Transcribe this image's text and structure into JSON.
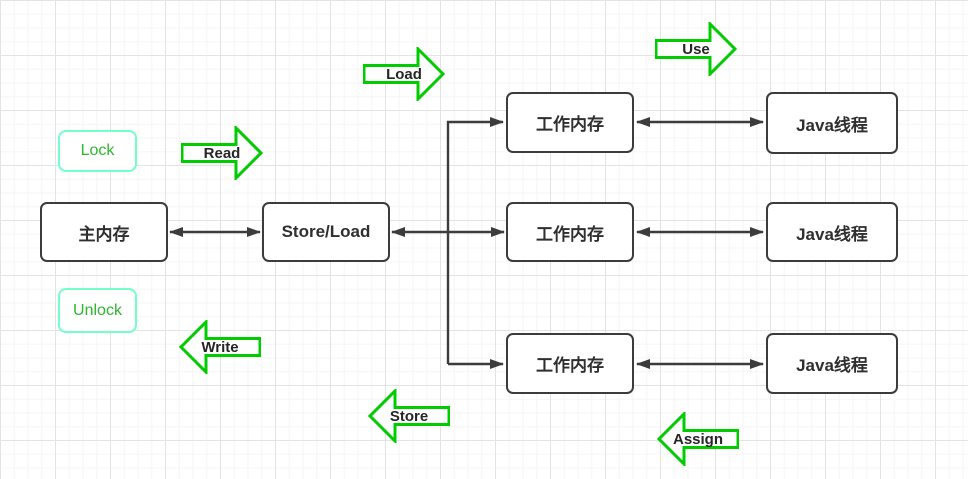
{
  "diagram": {
    "topic": "Java memory model working/main memory interaction",
    "nodes": {
      "main_memory": "主内存",
      "store_load": "Store/Load",
      "working_memory": [
        "工作内存",
        "工作内存",
        "工作内存"
      ],
      "java_thread": [
        "Java线程",
        "Java线程",
        "Java线程"
      ]
    },
    "badges": {
      "lock": "Lock",
      "unlock": "Unlock"
    },
    "operation_arrows": {
      "use": {
        "label": "Use",
        "direction": "right"
      },
      "load": {
        "label": "Load",
        "direction": "right"
      },
      "read": {
        "label": "Read",
        "direction": "right"
      },
      "write": {
        "label": "Write",
        "direction": "left"
      },
      "store": {
        "label": "Store",
        "direction": "left"
      },
      "assign": {
        "label": "Assign",
        "direction": "left"
      }
    },
    "edges": [
      {
        "from": "main_memory",
        "to": "store_load",
        "arrows": "both"
      },
      {
        "from": "store_load",
        "to": "working_memory_middle",
        "arrows": "both"
      },
      {
        "from": "store_load_bus",
        "to": "working_memory_top",
        "arrows": "end"
      },
      {
        "from": "store_load_bus",
        "to": "working_memory_bottom",
        "arrows": "end"
      },
      {
        "from": "working_memory_top",
        "to": "java_thread_top",
        "arrows": "both"
      },
      {
        "from": "working_memory_middle",
        "to": "java_thread_middle",
        "arrows": "both"
      },
      {
        "from": "working_memory_bottom",
        "to": "java_thread_bottom",
        "arrows": "both"
      }
    ],
    "colors": {
      "node_border": "#3c3c3c",
      "node_text": "#2f2f2f",
      "connector": "#3c3c3c",
      "green_arrow_stroke": "#00cc00",
      "lock_border": "#73ffc9",
      "lock_text": "#2eb62e",
      "grid_minor": "#f5f5f5",
      "grid_major": "#e3e3e3"
    }
  }
}
